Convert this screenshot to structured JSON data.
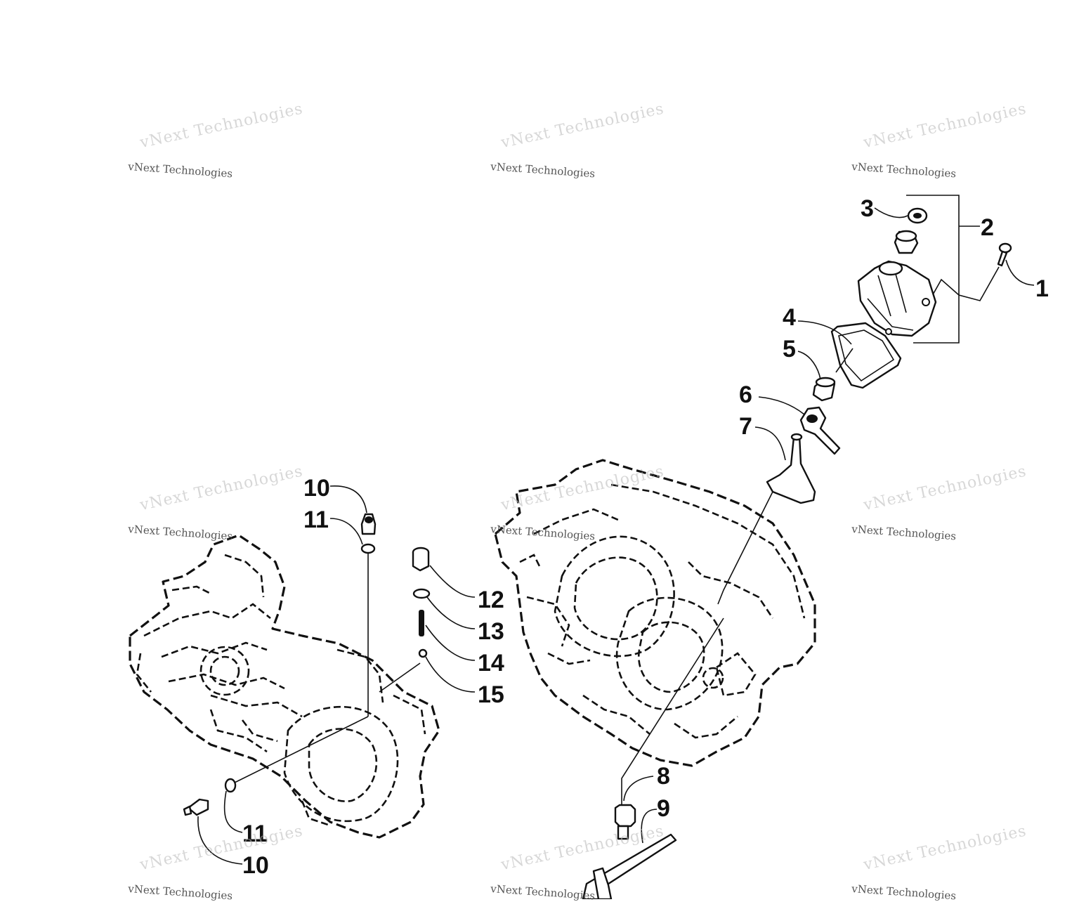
{
  "diagram": {
    "watermark": "vNext Technologies",
    "callouts": [
      "1",
      "2",
      "3",
      "4",
      "5",
      "6",
      "7",
      "8",
      "9",
      "10",
      "11",
      "12",
      "13",
      "14",
      "15"
    ],
    "callouts_left_group": [
      "10",
      "11",
      "12",
      "13",
      "14",
      "15",
      "11",
      "10"
    ]
  }
}
